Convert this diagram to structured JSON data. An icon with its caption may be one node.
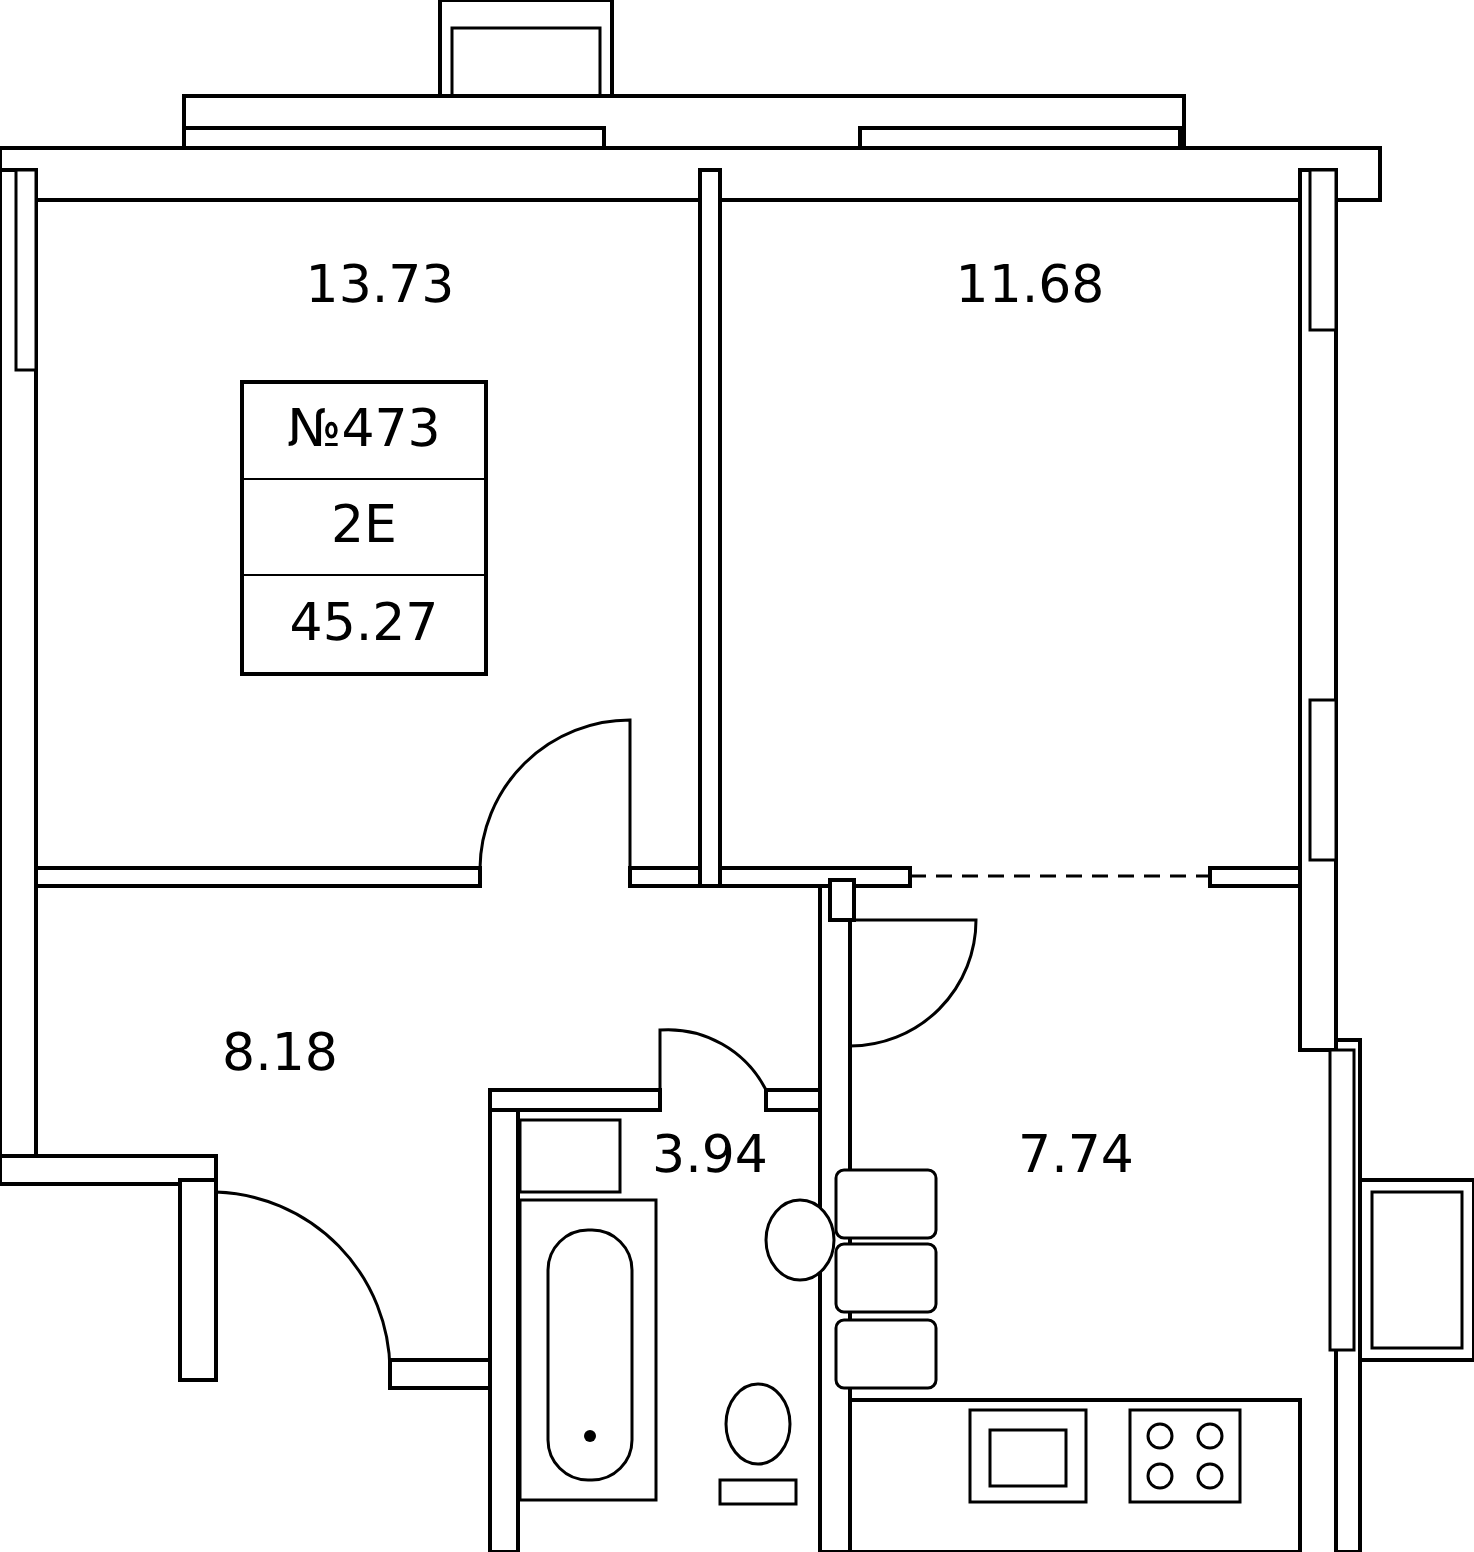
{
  "diagram": {
    "labels": [
      "13.73",
      "11.68",
      "№473",
      "2E",
      "45.27",
      "8.18",
      "3.94",
      "7.74"
    ]
  }
}
